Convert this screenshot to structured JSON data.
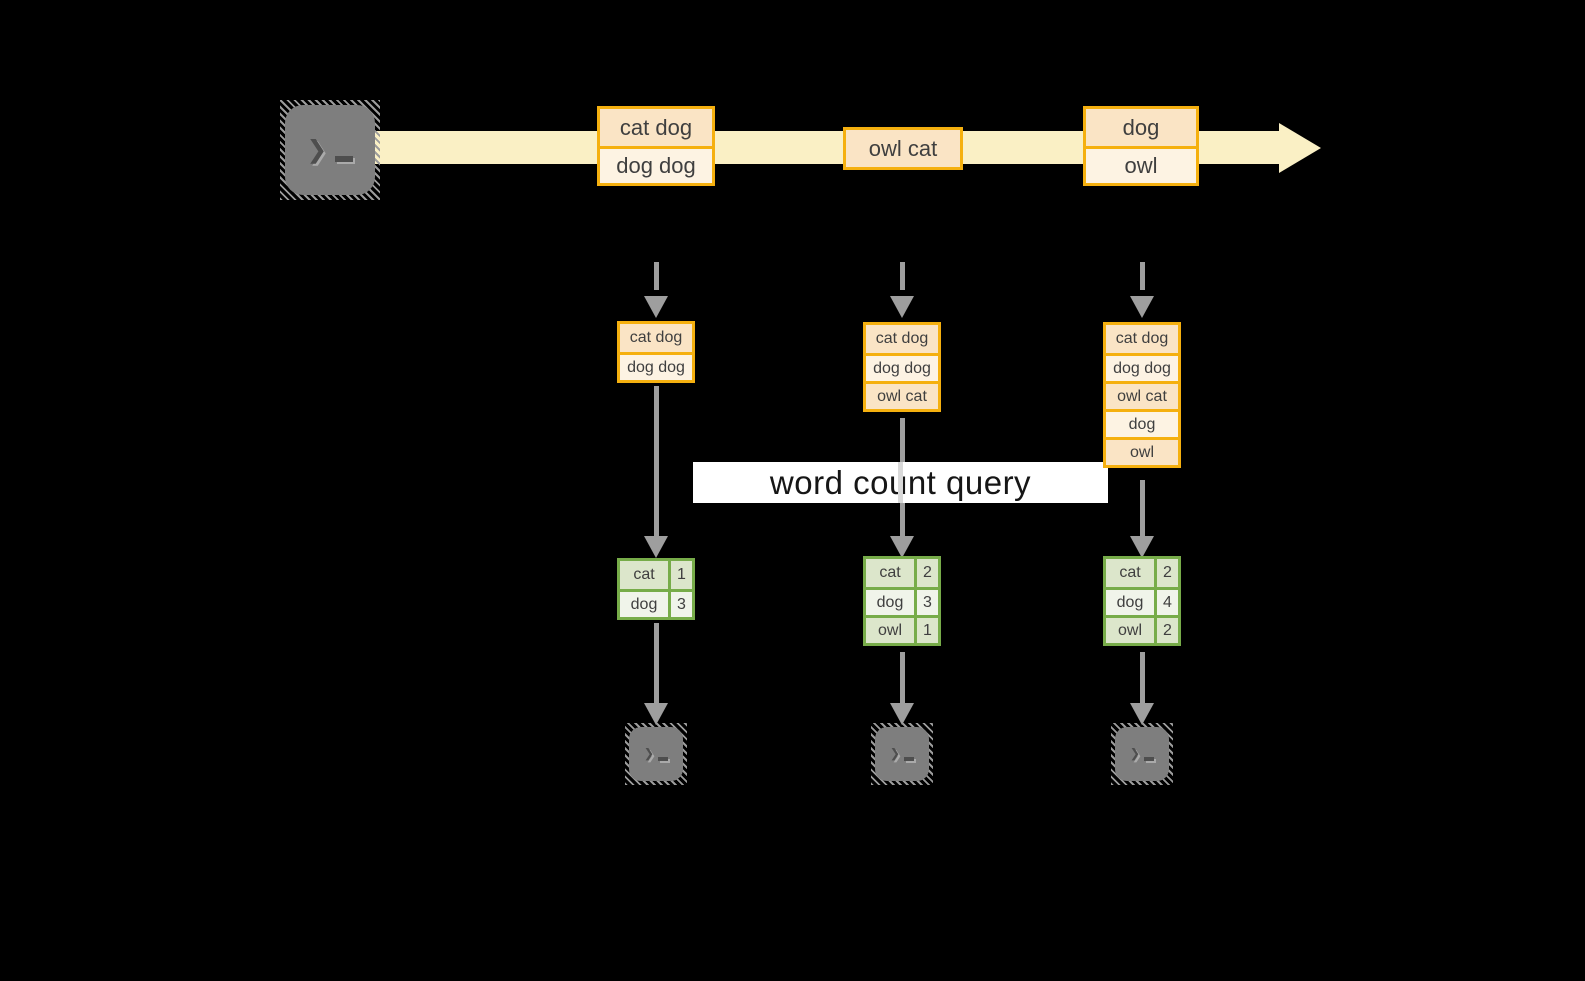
{
  "colors": {
    "background": "#000000",
    "stream_band": "#FAF0C5",
    "box_border": "#F5B00F",
    "box_fill_a": "#FAE4C5",
    "box_fill_b": "#FDF3E3",
    "table_border": "#77AC49",
    "table_fill_a": "#DCE6CB",
    "table_fill_b": "#F0F4EA",
    "arrow": "#9E9E9E",
    "icon_body": "#7E7E7E",
    "label_bg": "#FFFFFF",
    "label_text": "#161616",
    "box_text": "#3F3F3F"
  },
  "icons": {
    "source": "terminal-icon",
    "sinks": [
      "terminal-icon",
      "terminal-icon",
      "terminal-icon"
    ]
  },
  "stream_batches": [
    {
      "lines": [
        "cat dog",
        "dog dog"
      ]
    },
    {
      "lines": [
        "owl cat"
      ]
    },
    {
      "lines": [
        "dog",
        "owl"
      ]
    }
  ],
  "query_label": "word count query",
  "columns": [
    {
      "input_rows": [
        "cat dog",
        "dog dog"
      ],
      "count_rows": [
        {
          "word": "cat",
          "count": "1"
        },
        {
          "word": "dog",
          "count": "3"
        }
      ]
    },
    {
      "input_rows": [
        "cat dog",
        "dog dog",
        "owl cat"
      ],
      "count_rows": [
        {
          "word": "cat",
          "count": "2"
        },
        {
          "word": "dog",
          "count": "3"
        },
        {
          "word": "owl",
          "count": "1"
        }
      ]
    },
    {
      "input_rows": [
        "cat dog",
        "dog dog",
        "owl cat",
        "dog",
        "owl"
      ],
      "count_rows": [
        {
          "word": "cat",
          "count": "2"
        },
        {
          "word": "dog",
          "count": "4"
        },
        {
          "word": "owl",
          "count": "2"
        }
      ]
    }
  ]
}
